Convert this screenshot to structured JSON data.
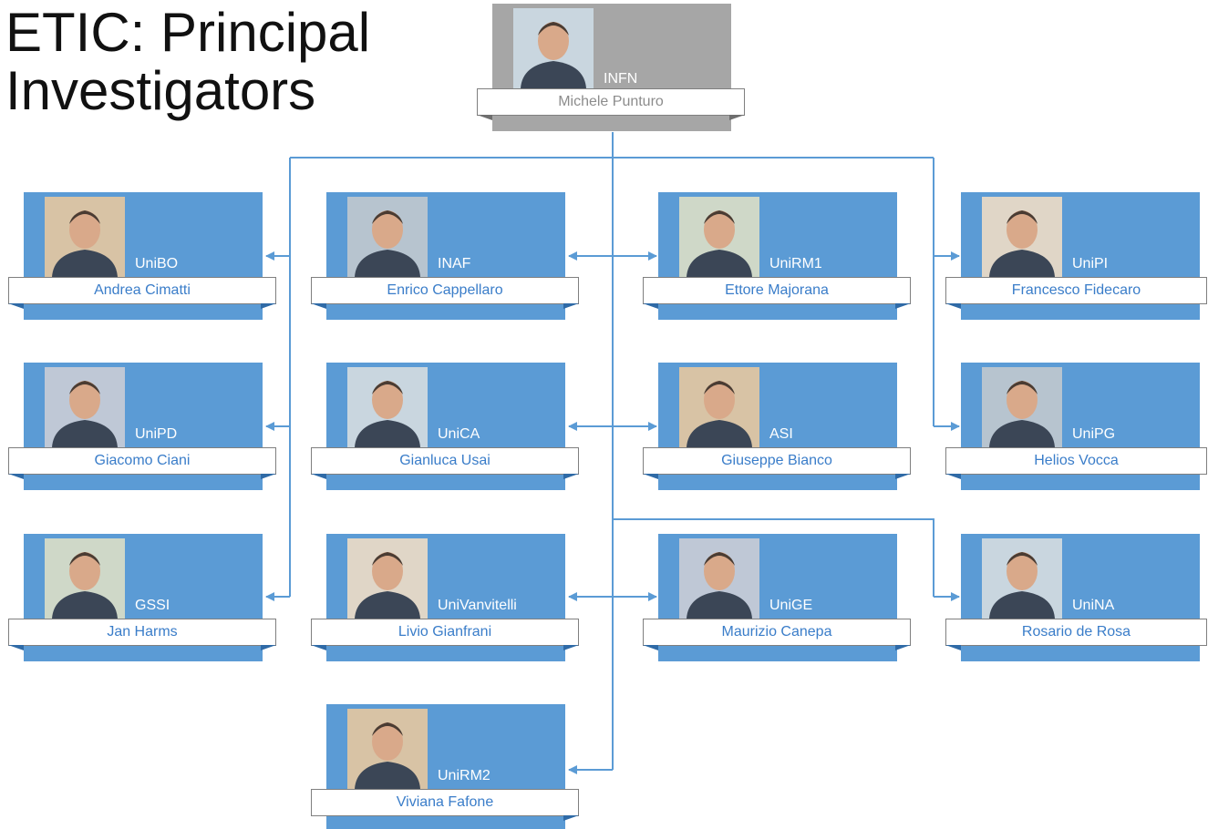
{
  "title": "ETIC: Principal Investigators",
  "colors": {
    "card": "#5b9bd5",
    "root_card": "#a6a6a6",
    "connector": "#5b9bd5",
    "name_text": "#3a7dc9"
  },
  "root": {
    "name": "Michele Punturo",
    "institution": "INFN"
  },
  "members": [
    {
      "name": "Andrea Cimatti",
      "institution": "UniBO"
    },
    {
      "name": "Enrico Cappellaro",
      "institution": "INAF"
    },
    {
      "name": "Ettore Majorana",
      "institution": "UniRM1"
    },
    {
      "name": "Francesco Fidecaro",
      "institution": "UniPI"
    },
    {
      "name": "Giacomo Ciani",
      "institution": "UniPD"
    },
    {
      "name": "Gianluca Usai",
      "institution": "UniCA"
    },
    {
      "name": "Giuseppe Bianco",
      "institution": "ASI"
    },
    {
      "name": "Helios Vocca",
      "institution": "UniPG"
    },
    {
      "name": "Jan Harms",
      "institution": "GSSI"
    },
    {
      "name": "Livio Gianfrani",
      "institution": "UniVanvitelli"
    },
    {
      "name": "Maurizio Canepa",
      "institution": "UniGE"
    },
    {
      "name": "Rosario de Rosa",
      "institution": "UniNA"
    },
    {
      "name": "Viviana Fafone",
      "institution": "UniRM2"
    }
  ]
}
